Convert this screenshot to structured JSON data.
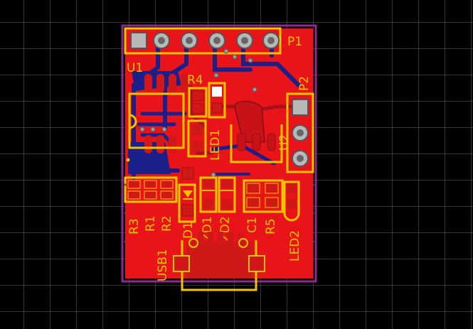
{
  "colors": {
    "background": "#000000",
    "grid": "#6a6a6a",
    "copper_top": "#e8141a",
    "copper_bottom": "#1a1f8a",
    "silkscreen": "#f5c400",
    "board_outline": "#8a2a8a",
    "pad": "#b8b8b8"
  },
  "labels": {
    "P1": "P1",
    "U1": "U1",
    "R4": "R4",
    "P2": "P2",
    "LED1": "LED1",
    "U2": "U2",
    "R3": "R3",
    "R1": "R1",
    "R2": "R2",
    "D1": "D1",
    "ZD1": "ZD1",
    "ZD2": "ZD2",
    "C1": "C1",
    "R5": "R5",
    "LED2": "LED2",
    "USB1": "USB1"
  }
}
